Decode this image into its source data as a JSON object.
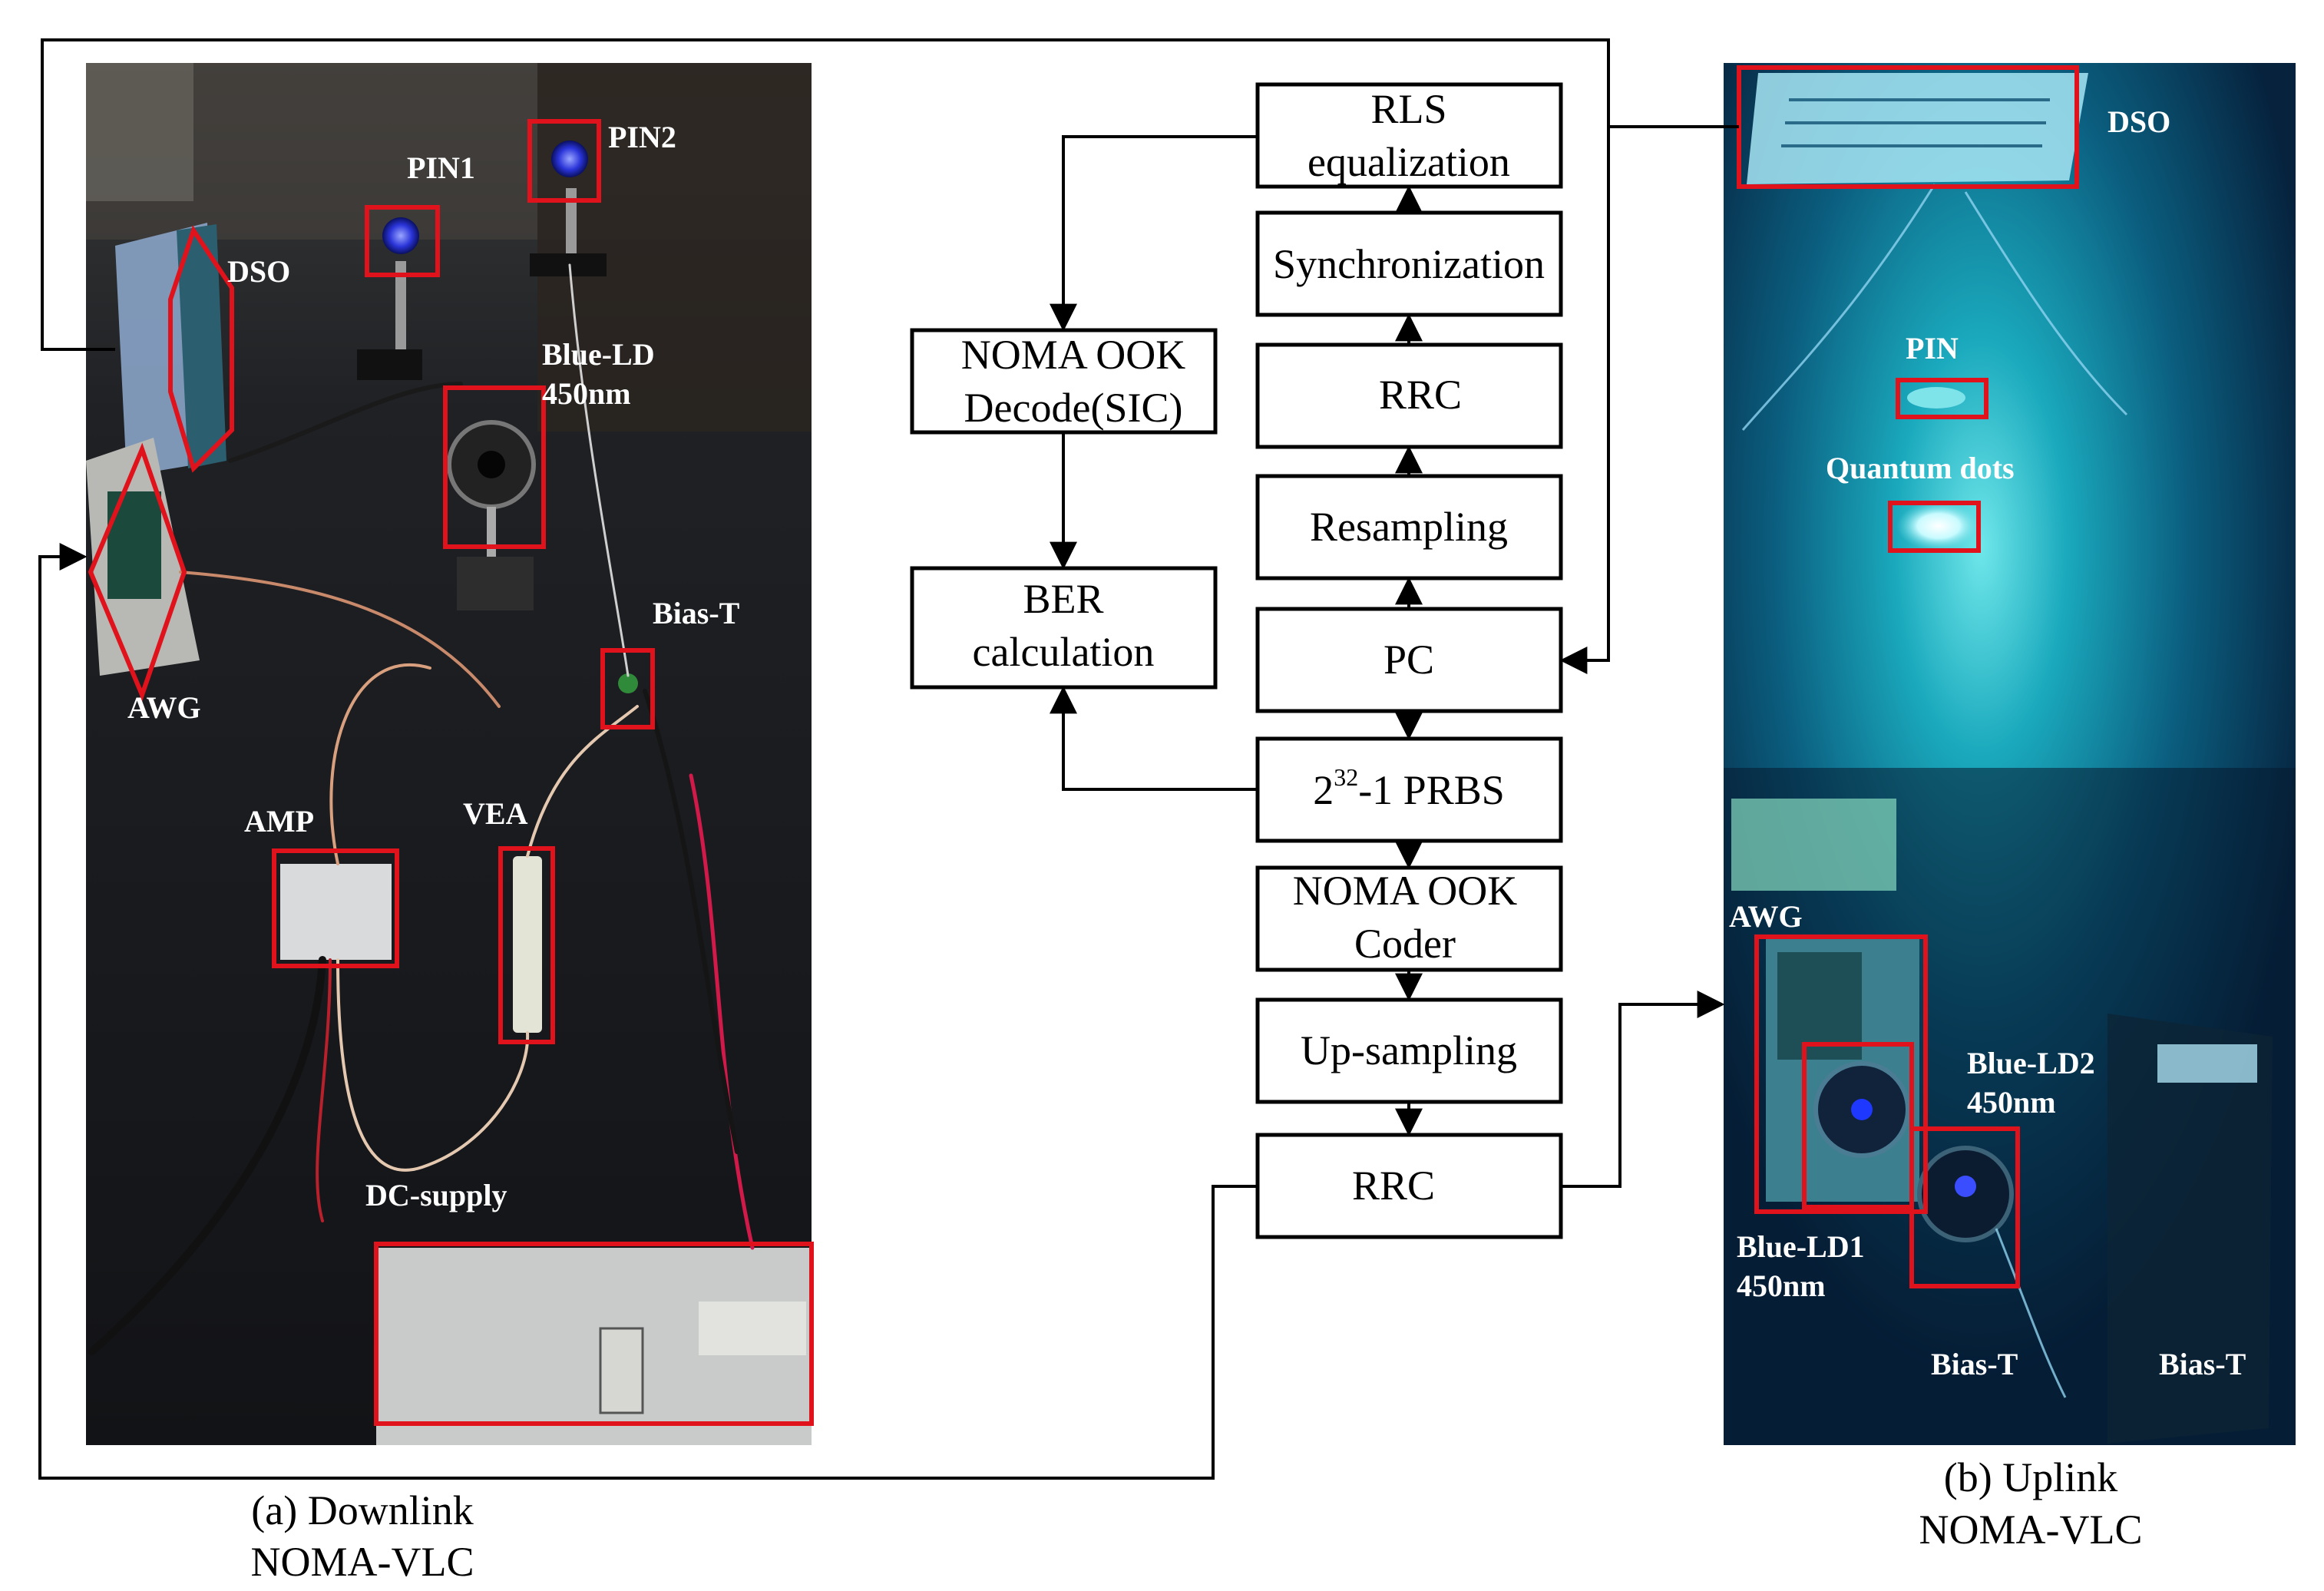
{
  "flow": {
    "rls": "RLS\nequalization",
    "sync": "Synchronization",
    "rrc_rx": "RRC",
    "resampling": "Resampling",
    "pc": "PC",
    "prbs_base": "2",
    "prbs_exp": "32",
    "prbs_rest": "-1 PRBS",
    "coder": "NOMA OOK\nCoder",
    "upsampling": "Up-sampling",
    "rrc_tx": "RRC",
    "decode": "NOMA OOK\nDecode(SIC)",
    "ber": "BER\ncalculation"
  },
  "downlink": {
    "caption_1": "(a) Downlink",
    "caption_2": "NOMA-VLC",
    "labels": {
      "dso": "DSO",
      "pin1": "PIN1",
      "pin2": "PIN2",
      "blue_ld": "Blue-LD\n450nm",
      "bias_t": "Bias-T",
      "awg": "AWG",
      "amp": "AMP",
      "vea": "VEA",
      "dc_supply": "DC-supply"
    }
  },
  "uplink": {
    "caption_1": "(b) Uplink",
    "caption_2": "NOMA-VLC",
    "labels": {
      "dso": "DSO",
      "pin": "PIN",
      "quantum_dots": "Quantum dots",
      "awg": "AWG",
      "blue_ld2": "Blue-LD2\n450nm",
      "blue_ld1": "Blue-LD1\n450nm",
      "bias_t_left": "Bias-T",
      "bias_t_right": "Bias-T"
    }
  },
  "colors": {
    "highlight": "#e0121b",
    "line": "#000000",
    "bench": "#1c1e22",
    "uplink_glow": "#1fb7c9"
  }
}
